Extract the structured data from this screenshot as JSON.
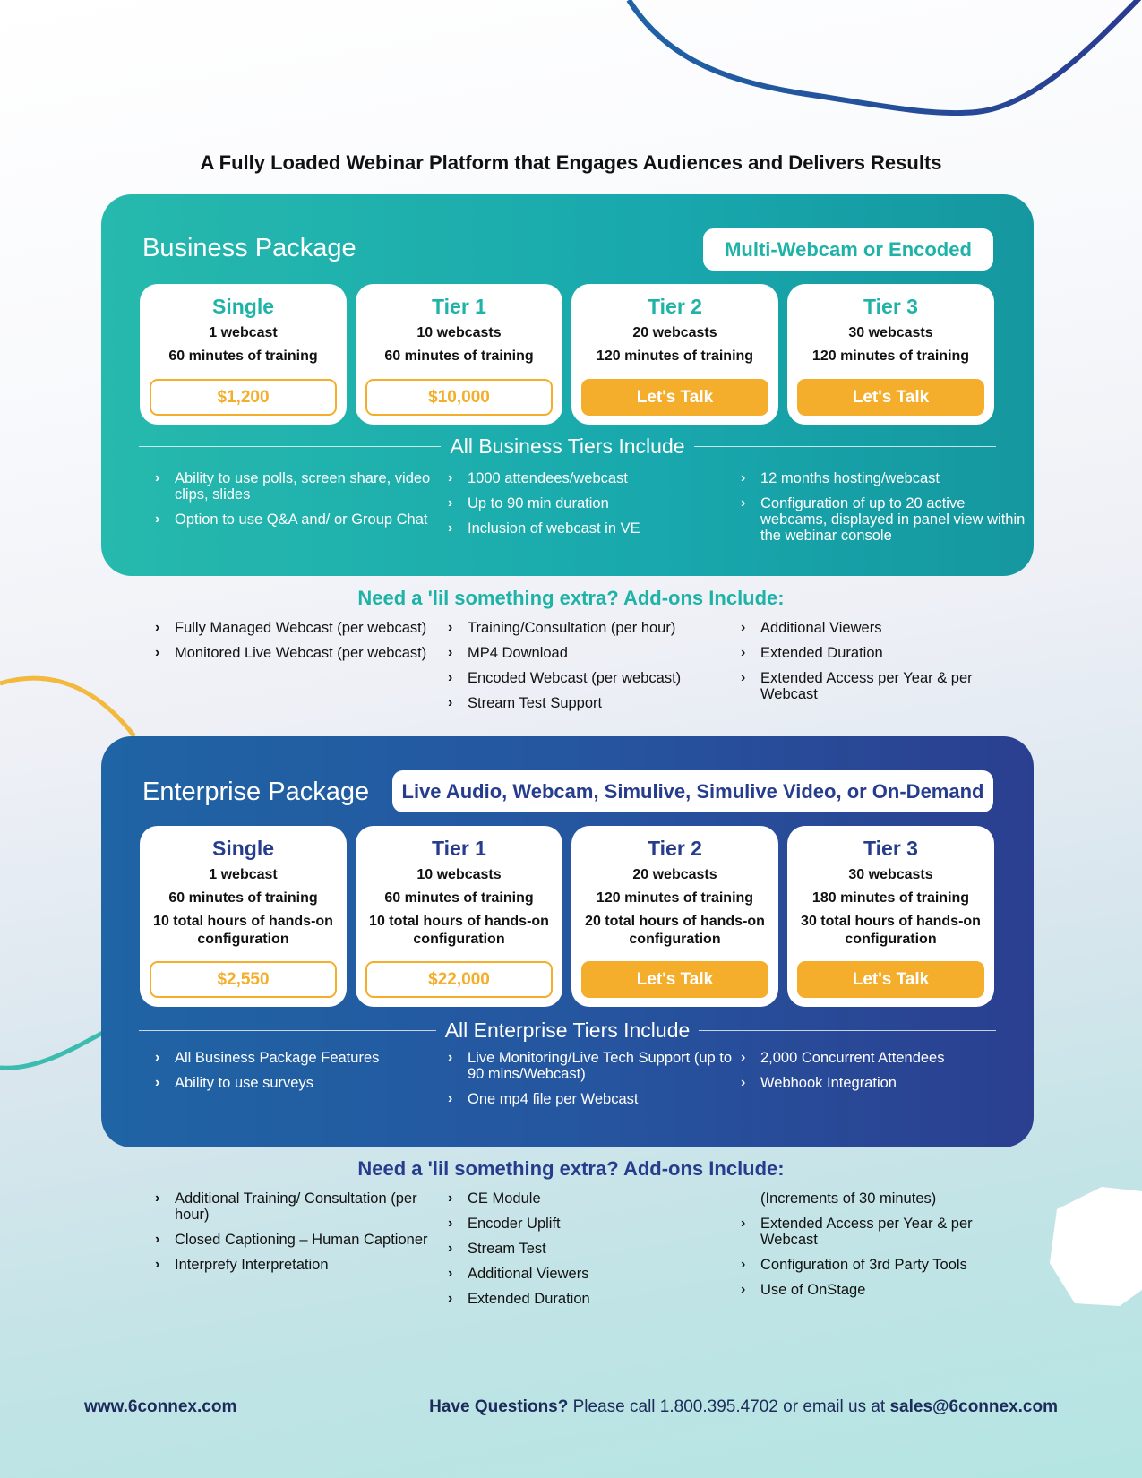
{
  "page": {
    "title": "A Fully Loaded Webinar Platform that Engages Audiences and Delivers Results"
  },
  "business": {
    "name": "Business Package",
    "badge": "Multi-Webcam or Encoded",
    "tiers": [
      {
        "name": "Single",
        "webcasts": "1 webcast",
        "training": "60 minutes of training",
        "price": "$1,200"
      },
      {
        "name": "Tier 1",
        "webcasts": "10 webcasts",
        "training": "60 minutes of training",
        "price": "$10,000"
      },
      {
        "name": "Tier 2",
        "webcasts": "20 webcasts",
        "training": "120 minutes of training",
        "price": "Let's Talk"
      },
      {
        "name": "Tier 3",
        "webcasts": "30 webcasts",
        "training": "120 minutes of training",
        "price": "Let's Talk"
      }
    ],
    "includes_title": "All Business Tiers Include",
    "includes": [
      [
        "Ability to use polls, screen share, video clips, slides",
        "Option to use Q&A and/ or Group Chat"
      ],
      [
        "1000 attendees/webcast",
        "Up to 90 min duration",
        "Inclusion of webcast in VE"
      ],
      [
        "12 months hosting/webcast",
        "Configuration of up to 20 active webcams, displayed in panel view within the webinar console"
      ]
    ]
  },
  "business_addons": {
    "title": "Need a 'lil something extra? Add-ons Include:",
    "columns": [
      [
        "Fully Managed Webcast (per webcast)",
        "Monitored Live Webcast (per webcast)"
      ],
      [
        "Training/Consultation (per hour)",
        "MP4 Download",
        "Encoded Webcast (per webcast)",
        "Stream Test Support"
      ],
      [
        "Additional Viewers",
        "Extended Duration",
        "Extended Access per Year & per Webcast"
      ]
    ]
  },
  "enterprise": {
    "name": "Enterprise Package",
    "badge": "Live Audio, Webcam, Simulive, Simulive Video, or On-Demand",
    "tiers": [
      {
        "name": "Single",
        "webcasts": "1 webcast",
        "training": "60 minutes of training",
        "hands_on": "10 total hours of hands-on configuration",
        "price": "$2,550"
      },
      {
        "name": "Tier 1",
        "webcasts": "10 webcasts",
        "training": "60 minutes of training",
        "hands_on": "10 total hours of hands-on configuration",
        "price": "$22,000"
      },
      {
        "name": "Tier 2",
        "webcasts": "20 webcasts",
        "training": "120 minutes of training",
        "hands_on": "20 total hours of hands-on configuration",
        "price": "Let's Talk"
      },
      {
        "name": "Tier 3",
        "webcasts": "30 webcasts",
        "training": "180 minutes of training",
        "hands_on": "30 total hours of hands-on configuration",
        "price": "Let's Talk"
      }
    ],
    "includes_title": "All Enterprise Tiers Include",
    "includes": [
      [
        "All Business Package Features",
        "Ability to use surveys"
      ],
      [
        "Live Monitoring/Live Tech Support (up to 90 mins/Webcast)",
        "One mp4 file per Webcast"
      ],
      [
        "2,000 Concurrent Attendees",
        "Webhook Integration"
      ]
    ]
  },
  "enterprise_addons": {
    "title": "Need a 'lil something extra? Add-ons Include:",
    "columns": [
      [
        "Additional Training/ Consultation (per hour)",
        "Closed Captioning – Human Captioner",
        "Interprefy Interpretation"
      ],
      [
        "CE Module",
        "Encoder Uplift",
        "Stream Test",
        "Additional Viewers",
        "Extended Duration"
      ],
      [
        "Extended Access per Year & per Webcast",
        "Configuration of 3rd Party Tools",
        "Use of OnStage"
      ]
    ],
    "continuation": "(Increments of 30 minutes)"
  },
  "footer": {
    "website": "www.6connex.com",
    "questions": "Have Questions?",
    "contact_text": " Please call 1.800.395.4702 or email us at ",
    "email": "sales@6connex.com"
  },
  "bullet_glyph": "›",
  "colors": {
    "teal": "#1fb3a7",
    "navy": "#263d8e",
    "orange": "#f5ae2b"
  }
}
